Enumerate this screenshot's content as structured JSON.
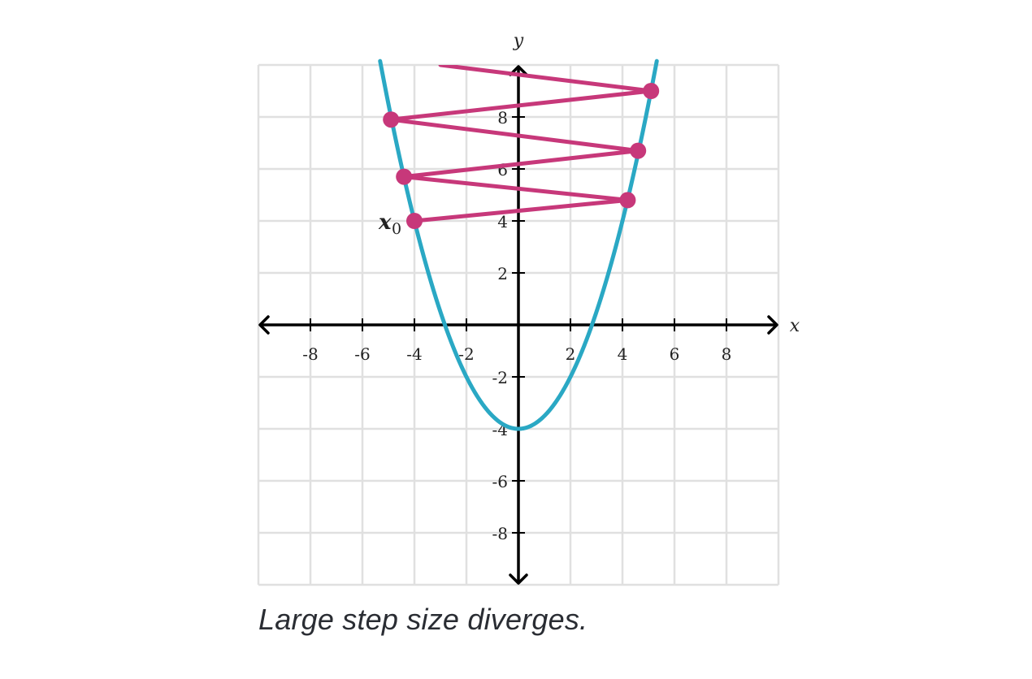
{
  "caption": "Large step size diverges.",
  "chart_data": {
    "type": "line",
    "title": "",
    "xlabel": "x",
    "ylabel": "y",
    "xlim": [
      -10,
      10
    ],
    "ylim": [
      -10,
      10
    ],
    "grid": true,
    "x_ticks": [
      -8,
      -6,
      -4,
      -2,
      2,
      4,
      6,
      8
    ],
    "y_ticks": [
      -8,
      -6,
      -4,
      -2,
      2,
      4,
      6,
      8
    ],
    "curve": {
      "equation": "y = x^2/2 - 4",
      "color": "#2aa8c4"
    },
    "start_label": "x",
    "start_label_sub": "0",
    "iterates": [
      {
        "x": -4.0,
        "y": 4.0
      },
      {
        "x": 4.2,
        "y": 4.8
      },
      {
        "x": -4.4,
        "y": 5.7
      },
      {
        "x": 4.6,
        "y": 6.7
      },
      {
        "x": -4.9,
        "y": 7.9
      },
      {
        "x": 5.1,
        "y": 9.0
      },
      {
        "x": -3.0,
        "y": 10.0
      }
    ],
    "path_color": "#c7387a",
    "axis_color": "#000000",
    "grid_color": "#e0e0e0"
  }
}
